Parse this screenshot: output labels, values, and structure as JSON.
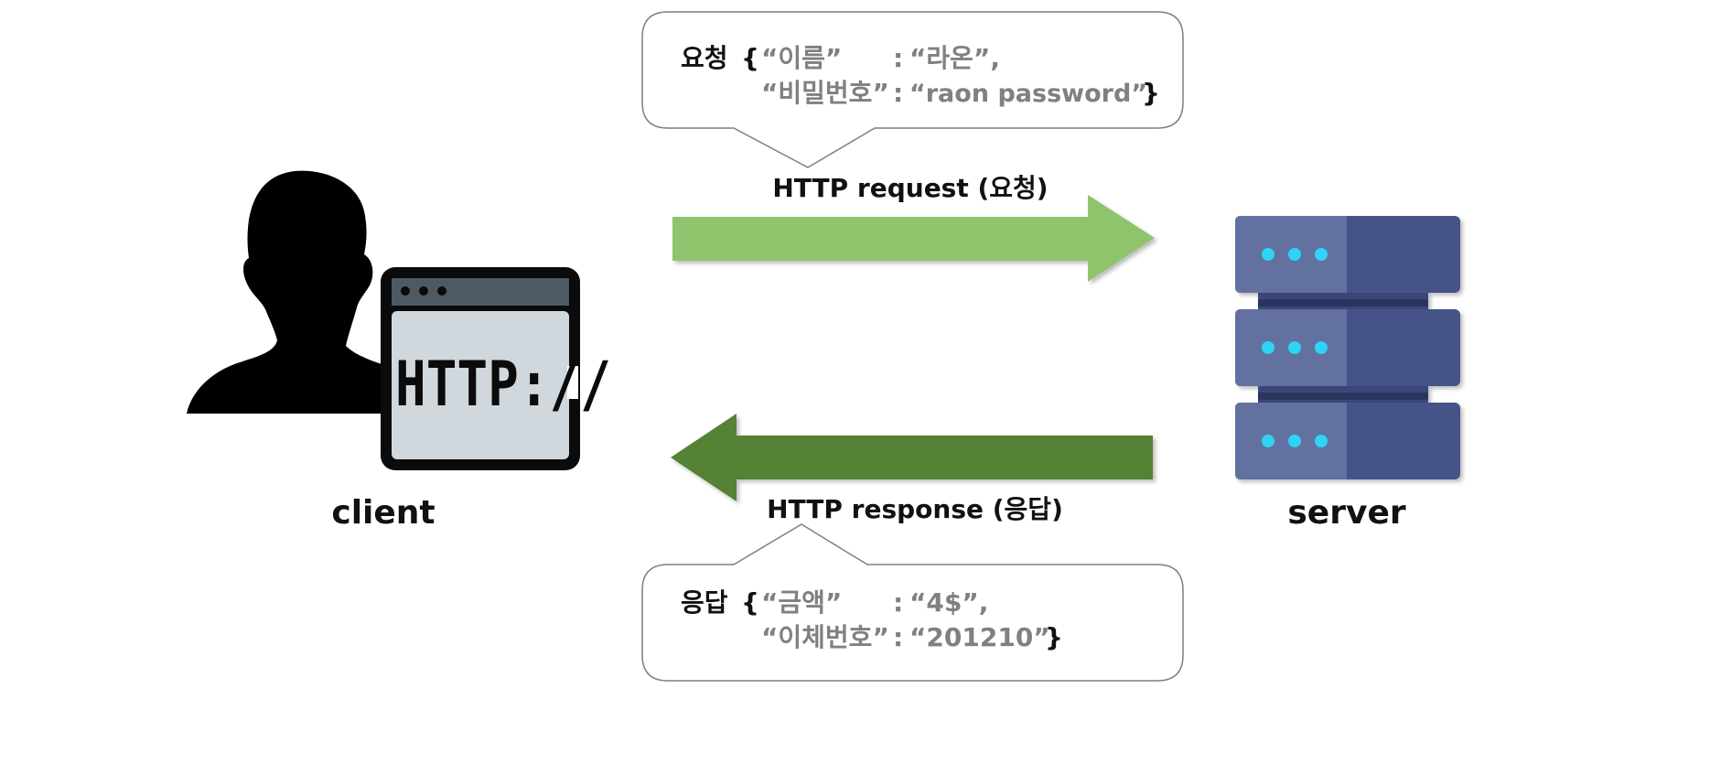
{
  "request_bubble": {
    "keyword": "요청",
    "open_brace": "{",
    "line1_key": "“이름”",
    "line1_colon": ":",
    "line1_value": "“라온”,",
    "line2_key": "“비밀번호”",
    "line2_colon": ":",
    "line2_value": "“raon password”",
    "close_brace": "}"
  },
  "request_label": "HTTP request (요청)",
  "response_label": "HTTP response (응답)",
  "response_bubble": {
    "keyword": "응답",
    "open_brace": "{",
    "line1_key": "“금액”",
    "line1_colon": ":",
    "line1_value": "“4$”,",
    "line2_key": "“이체번호”",
    "line2_colon": ":",
    "line2_value": "“201210”",
    "close_brace": "}"
  },
  "client_label": "client",
  "server_label": "server",
  "browser_icon_text": "HTTP://",
  "colors": {
    "request_arrow": "#8fc46d",
    "response_arrow": "#558236",
    "server_light": "#62719f",
    "server_dark": "#455389",
    "server_led": "#2ed3f5",
    "browser_bar": "#4d5a63",
    "browser_body": "#d1d8dd",
    "bubble_text_gray": "#808080"
  }
}
